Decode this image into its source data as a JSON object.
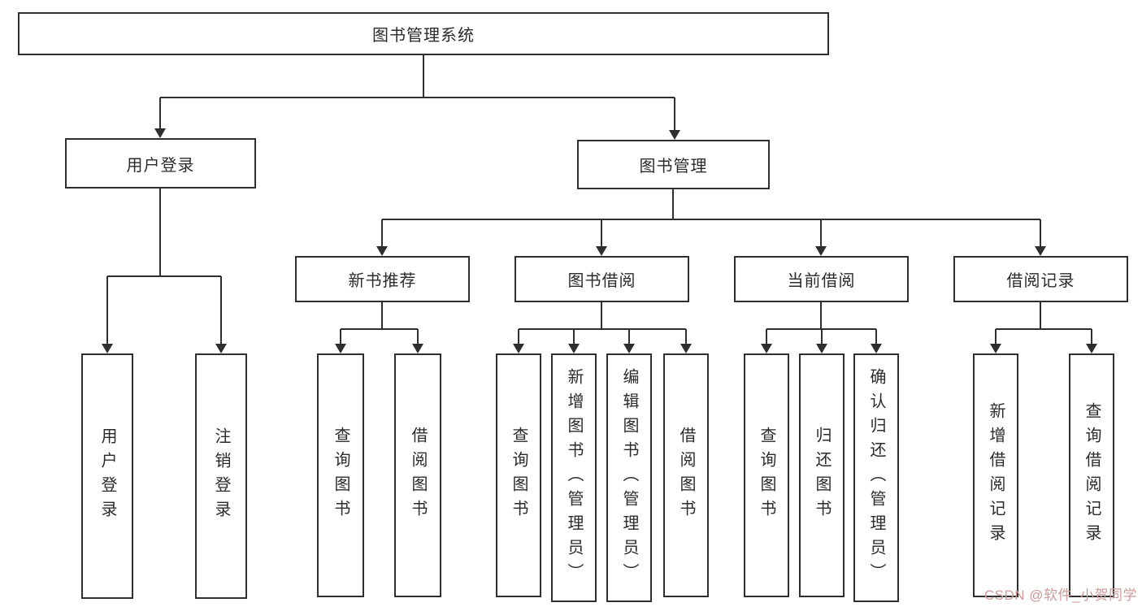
{
  "diagram": {
    "root": "图书管理系统",
    "branches": {
      "user_login": {
        "label": "用户登录",
        "children": [
          "用户登录",
          "注销登录"
        ]
      },
      "book_mgmt": {
        "label": "图书管理",
        "sections": [
          {
            "label": "新书推荐",
            "children": [
              "查询图书",
              "借阅图书"
            ]
          },
          {
            "label": "图书借阅",
            "children": [
              "查询图书",
              "新增图书（管理员）",
              "编辑图书（管理员）",
              "借阅图书"
            ]
          },
          {
            "label": "当前借阅",
            "children": [
              "查询图书",
              "归还图书",
              "确认归还（管理员）"
            ]
          },
          {
            "label": "借阅记录",
            "children": [
              "新增借阅记录",
              "查询借阅记录"
            ]
          }
        ]
      }
    }
  },
  "watermark": {
    "text": "CSDN @软件_小贺同学"
  },
  "colors": {
    "line": "#2f2f2f",
    "watermark": "#cf9a9a"
  }
}
